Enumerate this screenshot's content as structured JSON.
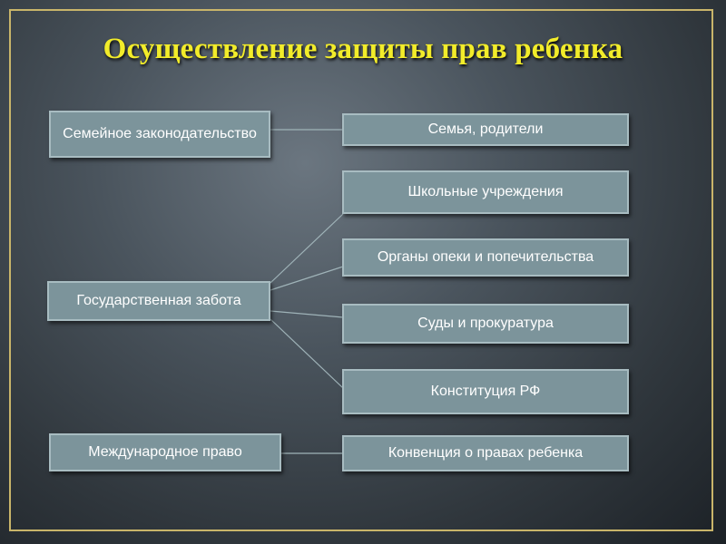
{
  "title": "Осуществление защиты прав ребенка",
  "left": [
    {
      "label": "Семейное законодательство"
    },
    {
      "label": "Государственная забота"
    },
    {
      "label": "Международное право"
    }
  ],
  "right": [
    {
      "label": "Семья, родители"
    },
    {
      "label": "Школьные учреждения"
    },
    {
      "label": "Органы опеки и попечительства"
    },
    {
      "label": "Суды и прокуратура"
    },
    {
      "label": "Конституция РФ"
    },
    {
      "label": "Конвенция о правах ребенка"
    }
  ],
  "colors": {
    "title": "#f2ec2a",
    "box_fill": "#7c949b",
    "frame": "#c9b56a",
    "connector": "#9fb3b8"
  }
}
